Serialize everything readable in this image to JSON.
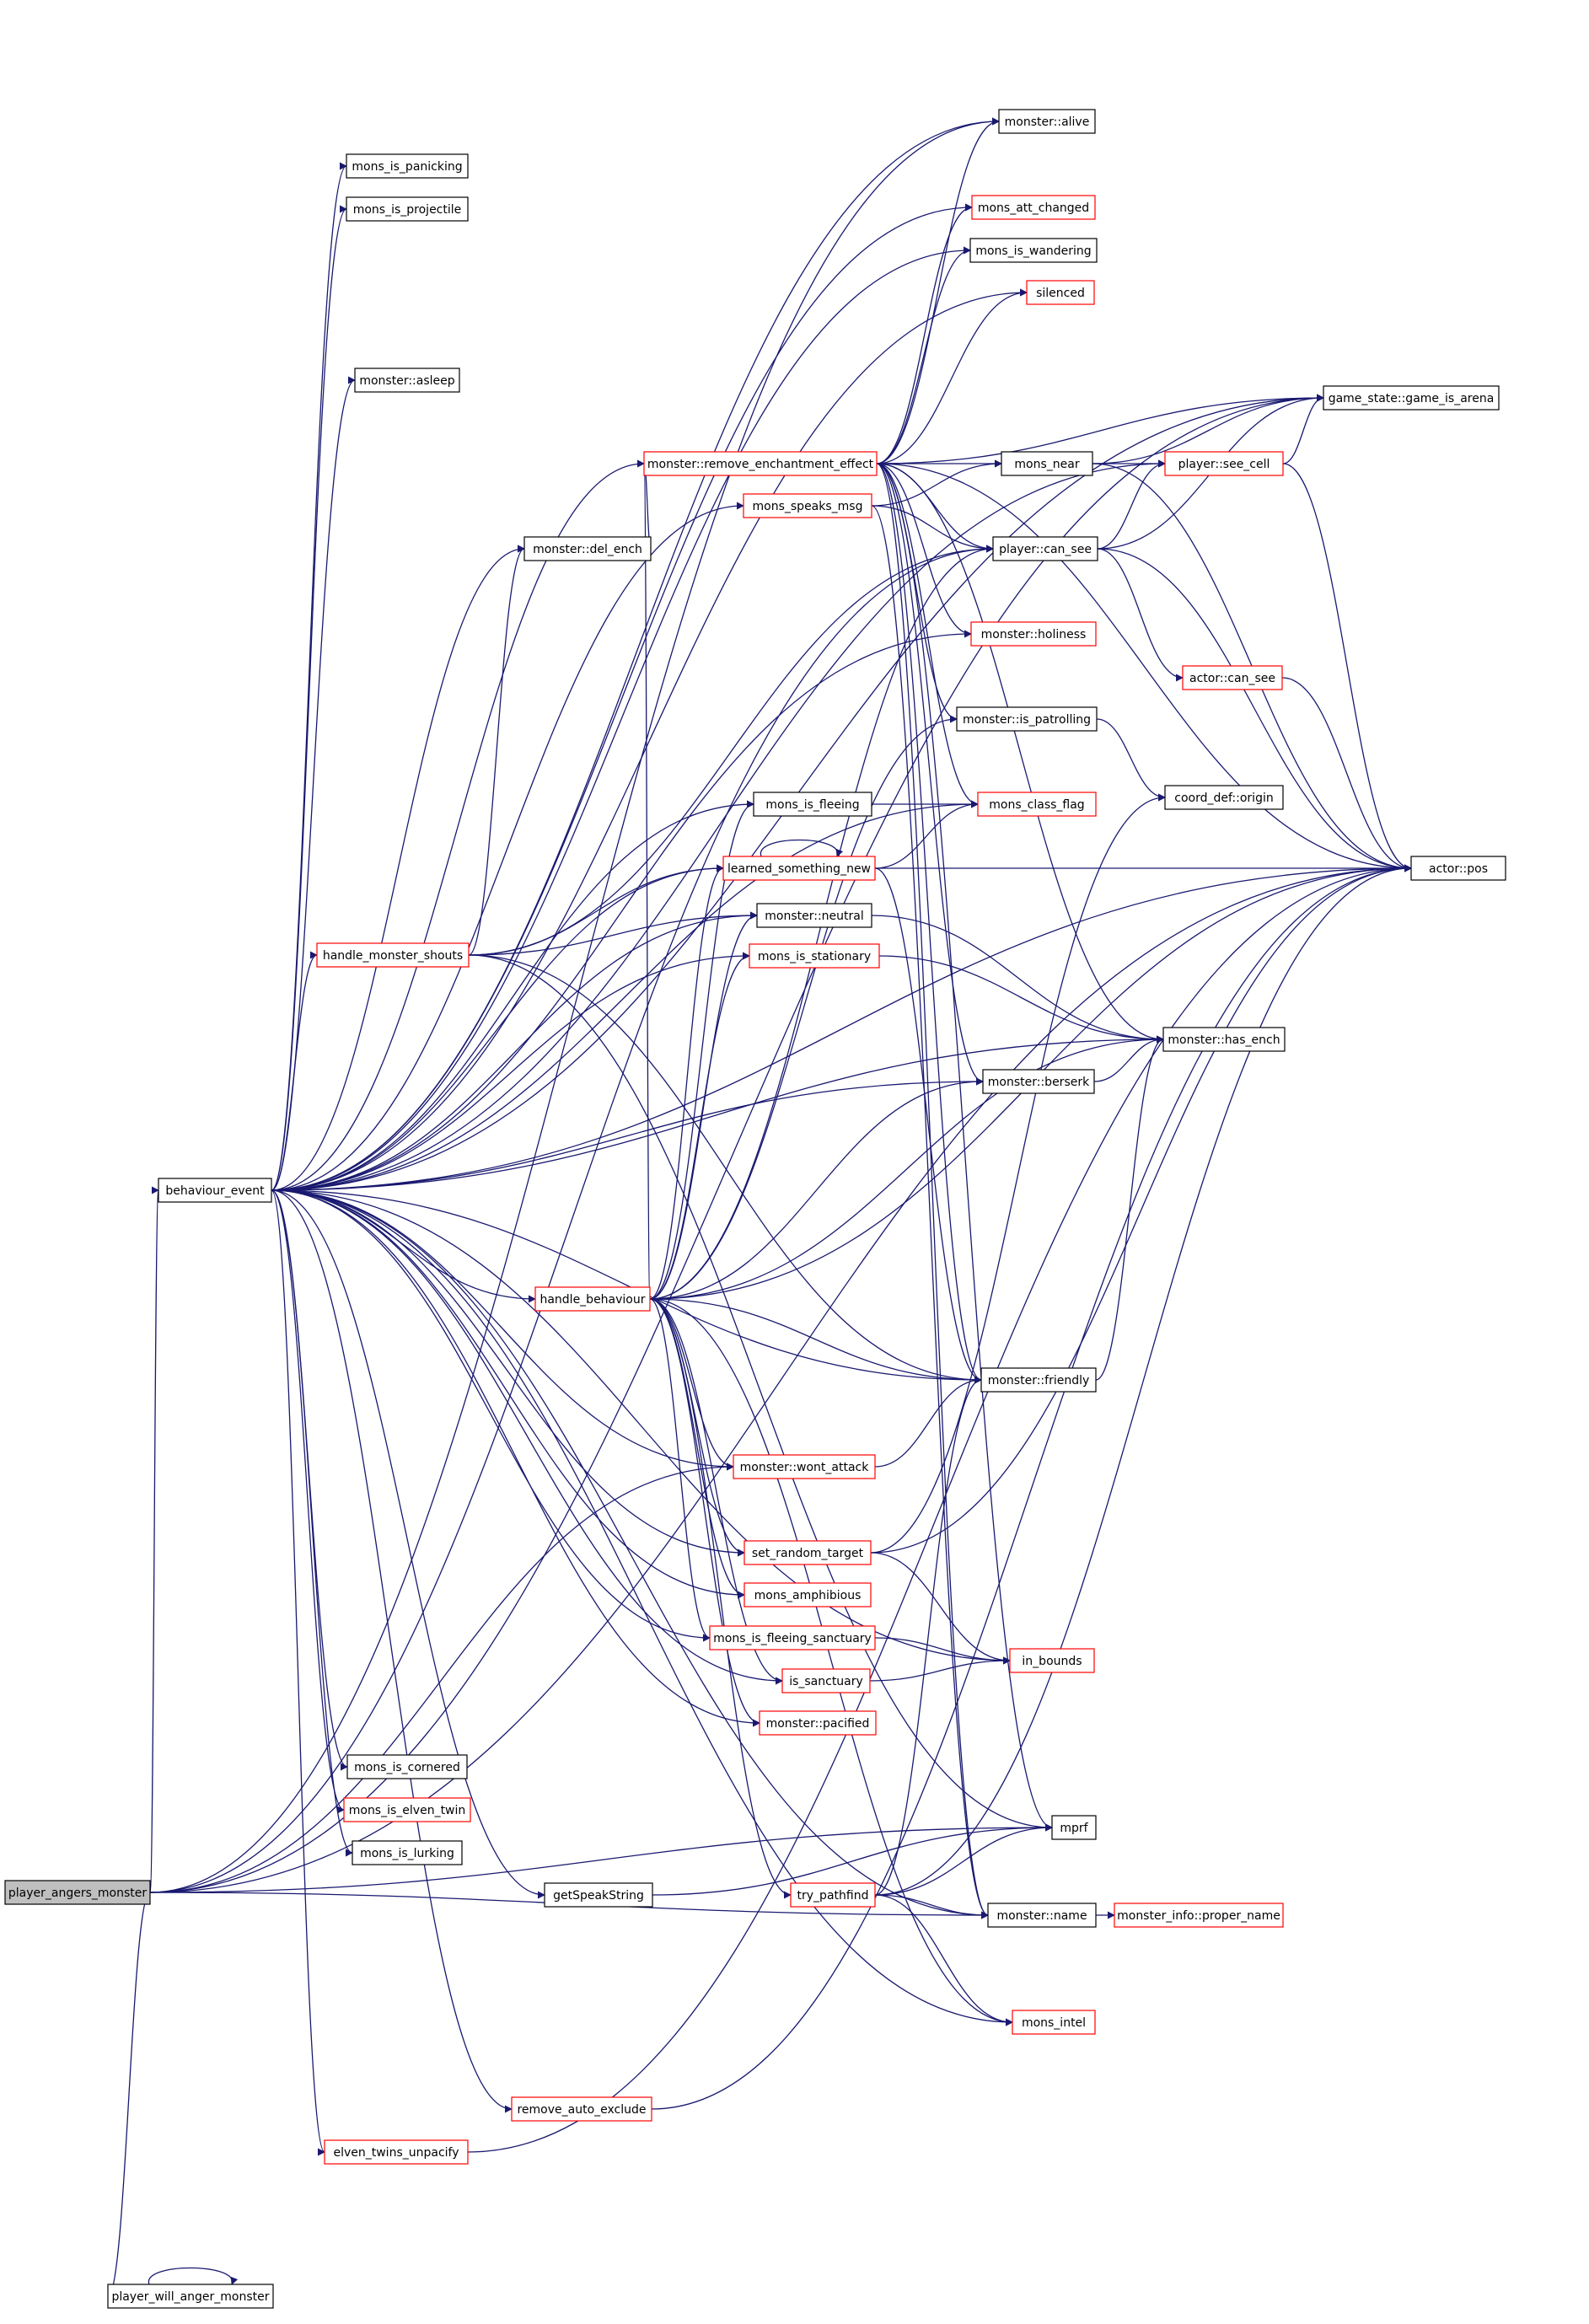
{
  "nodes": [
    {
      "id": "player_angers_monster",
      "label": "player_angers_monster",
      "kind": "root"
    },
    {
      "id": "player_will_anger_monster",
      "label": "player_will_anger_monster",
      "kind": "defined"
    },
    {
      "id": "behaviour_event",
      "label": "behaviour_event",
      "kind": "defined"
    },
    {
      "id": "mons_is_panicking",
      "label": "mons_is_panicking",
      "kind": "defined"
    },
    {
      "id": "mons_is_projectile",
      "label": "mons_is_projectile",
      "kind": "defined"
    },
    {
      "id": "monster_asleep",
      "label": "monster::asleep",
      "kind": "defined"
    },
    {
      "id": "monster_del_ench",
      "label": "monster::del_ench",
      "kind": "defined"
    },
    {
      "id": "handle_monster_shouts",
      "label": "handle_monster_shouts",
      "kind": "undefined"
    },
    {
      "id": "handle_behaviour",
      "label": "handle_behaviour",
      "kind": "undefined"
    },
    {
      "id": "mons_is_cornered",
      "label": "mons_is_cornered",
      "kind": "defined"
    },
    {
      "id": "mons_is_elven_twin",
      "label": "mons_is_elven_twin",
      "kind": "undefined"
    },
    {
      "id": "mons_is_lurking",
      "label": "mons_is_lurking",
      "kind": "defined"
    },
    {
      "id": "getSpeakString",
      "label": "getSpeakString",
      "kind": "defined"
    },
    {
      "id": "remove_auto_exclude",
      "label": "remove_auto_exclude",
      "kind": "undefined"
    },
    {
      "id": "elven_twins_unpacify",
      "label": "elven_twins_unpacify",
      "kind": "undefined"
    },
    {
      "id": "monster_remove_enchantment_effect",
      "label": "monster::remove_enchantment_effect",
      "kind": "undefined"
    },
    {
      "id": "mons_speaks_msg",
      "label": "mons_speaks_msg",
      "kind": "undefined"
    },
    {
      "id": "mons_is_fleeing",
      "label": "mons_is_fleeing",
      "kind": "defined"
    },
    {
      "id": "learned_something_new",
      "label": "learned_something_new",
      "kind": "undefined"
    },
    {
      "id": "monster_neutral",
      "label": "monster::neutral",
      "kind": "defined"
    },
    {
      "id": "mons_is_stationary",
      "label": "mons_is_stationary",
      "kind": "undefined"
    },
    {
      "id": "monster_wont_attack",
      "label": "monster::wont_attack",
      "kind": "undefined"
    },
    {
      "id": "set_random_target",
      "label": "set_random_target",
      "kind": "undefined"
    },
    {
      "id": "mons_amphibious",
      "label": "mons_amphibious",
      "kind": "undefined"
    },
    {
      "id": "mons_is_fleeing_sanctuary",
      "label": "mons_is_fleeing_sanctuary",
      "kind": "undefined"
    },
    {
      "id": "is_sanctuary",
      "label": "is_sanctuary",
      "kind": "undefined"
    },
    {
      "id": "monster_pacified",
      "label": "monster::pacified",
      "kind": "undefined"
    },
    {
      "id": "try_pathfind",
      "label": "try_pathfind",
      "kind": "undefined"
    },
    {
      "id": "monster_alive",
      "label": "monster::alive",
      "kind": "defined"
    },
    {
      "id": "mons_att_changed",
      "label": "mons_att_changed",
      "kind": "undefined"
    },
    {
      "id": "mons_is_wandering",
      "label": "mons_is_wandering",
      "kind": "defined"
    },
    {
      "id": "silenced",
      "label": "silenced",
      "kind": "undefined"
    },
    {
      "id": "mons_near",
      "label": "mons_near",
      "kind": "defined"
    },
    {
      "id": "player_can_see",
      "label": "player::can_see",
      "kind": "defined"
    },
    {
      "id": "monster_holiness",
      "label": "monster::holiness",
      "kind": "undefined"
    },
    {
      "id": "monster_is_patrolling",
      "label": "monster::is_patrolling",
      "kind": "defined"
    },
    {
      "id": "mons_class_flag",
      "label": "mons_class_flag",
      "kind": "undefined"
    },
    {
      "id": "monster_berserk",
      "label": "monster::berserk",
      "kind": "defined"
    },
    {
      "id": "monster_friendly",
      "label": "monster::friendly",
      "kind": "defined"
    },
    {
      "id": "in_bounds",
      "label": "in_bounds",
      "kind": "undefined"
    },
    {
      "id": "mprf",
      "label": "mprf",
      "kind": "defined"
    },
    {
      "id": "monster_name",
      "label": "monster::name",
      "kind": "defined"
    },
    {
      "id": "mons_intel",
      "label": "mons_intel",
      "kind": "undefined"
    },
    {
      "id": "game_state_game_is_arena",
      "label": "game_state::game_is_arena",
      "kind": "defined"
    },
    {
      "id": "player_see_cell",
      "label": "player::see_cell",
      "kind": "undefined"
    },
    {
      "id": "actor_can_see",
      "label": "actor::can_see",
      "kind": "undefined"
    },
    {
      "id": "coord_def_origin",
      "label": "coord_def::origin",
      "kind": "defined"
    },
    {
      "id": "monster_has_ench",
      "label": "monster::has_ench",
      "kind": "defined"
    },
    {
      "id": "monster_info_proper_name",
      "label": "monster_info::proper_name",
      "kind": "undefined"
    },
    {
      "id": "actor_pos",
      "label": "actor::pos",
      "kind": "defined"
    }
  ],
  "edges": [
    [
      "player_angers_monster",
      "behaviour_event"
    ],
    [
      "player_angers_monster",
      "game_state_game_is_arena"
    ],
    [
      "player_angers_monster",
      "monster_alive"
    ],
    [
      "player_angers_monster",
      "player_can_see"
    ],
    [
      "player_angers_monster",
      "monster_wont_attack"
    ],
    [
      "player_angers_monster",
      "mprf"
    ],
    [
      "player_angers_monster",
      "monster_name"
    ],
    [
      "player_angers_monster",
      "actor_pos"
    ],
    [
      "player_angers_monster",
      "player_will_anger_monster"
    ],
    [
      "player_will_anger_monster",
      "player_will_anger_monster"
    ],
    [
      "behaviour_event",
      "mons_is_panicking"
    ],
    [
      "behaviour_event",
      "mons_is_projectile"
    ],
    [
      "behaviour_event",
      "monster_asleep"
    ],
    [
      "behaviour_event",
      "monster_del_ench"
    ],
    [
      "behaviour_event",
      "handle_monster_shouts"
    ],
    [
      "behaviour_event",
      "handle_behaviour"
    ],
    [
      "behaviour_event",
      "mons_is_cornered"
    ],
    [
      "behaviour_event",
      "mons_is_elven_twin"
    ],
    [
      "behaviour_event",
      "mons_is_lurking"
    ],
    [
      "behaviour_event",
      "getSpeakString"
    ],
    [
      "behaviour_event",
      "remove_auto_exclude"
    ],
    [
      "behaviour_event",
      "elven_twins_unpacify"
    ],
    [
      "behaviour_event",
      "monster_remove_enchantment_effect"
    ],
    [
      "behaviour_event",
      "mons_speaks_msg"
    ],
    [
      "behaviour_event",
      "mons_is_fleeing"
    ],
    [
      "behaviour_event",
      "learned_something_new"
    ],
    [
      "behaviour_event",
      "monster_neutral"
    ],
    [
      "behaviour_event",
      "mons_is_stationary"
    ],
    [
      "behaviour_event",
      "monster_wont_attack"
    ],
    [
      "behaviour_event",
      "set_random_target"
    ],
    [
      "behaviour_event",
      "mons_amphibious"
    ],
    [
      "behaviour_event",
      "mons_is_fleeing_sanctuary"
    ],
    [
      "behaviour_event",
      "is_sanctuary"
    ],
    [
      "behaviour_event",
      "monster_pacified"
    ],
    [
      "behaviour_event",
      "monster_alive"
    ],
    [
      "behaviour_event",
      "mons_att_changed"
    ],
    [
      "behaviour_event",
      "mons_is_wandering"
    ],
    [
      "behaviour_event",
      "silenced"
    ],
    [
      "behaviour_event",
      "game_state_game_is_arena"
    ],
    [
      "behaviour_event",
      "player_see_cell"
    ],
    [
      "behaviour_event",
      "monster_holiness"
    ],
    [
      "behaviour_event",
      "mons_class_flag"
    ],
    [
      "behaviour_event",
      "monster_berserk"
    ],
    [
      "behaviour_event",
      "monster_has_ench"
    ],
    [
      "behaviour_event",
      "monster_friendly"
    ],
    [
      "behaviour_event",
      "in_bounds"
    ],
    [
      "behaviour_event",
      "monster_name"
    ],
    [
      "behaviour_event",
      "mons_intel"
    ],
    [
      "behaviour_event",
      "actor_pos"
    ],
    [
      "handle_monster_shouts",
      "monster_del_ench"
    ],
    [
      "handle_monster_shouts",
      "learned_something_new"
    ],
    [
      "handle_monster_shouts",
      "monster_neutral"
    ],
    [
      "handle_monster_shouts",
      "player_can_see"
    ],
    [
      "handle_monster_shouts",
      "monster_friendly"
    ],
    [
      "handle_monster_shouts",
      "mprf"
    ],
    [
      "handle_behaviour",
      "monster_remove_enchantment_effect"
    ],
    [
      "handle_behaviour",
      "mons_is_fleeing"
    ],
    [
      "handle_behaviour",
      "learned_something_new"
    ],
    [
      "handle_behaviour",
      "monster_neutral"
    ],
    [
      "handle_behaviour",
      "mons_is_stationary"
    ],
    [
      "handle_behaviour",
      "monster_wont_attack"
    ],
    [
      "handle_behaviour",
      "set_random_target"
    ],
    [
      "handle_behaviour",
      "mons_amphibious"
    ],
    [
      "handle_behaviour",
      "mons_is_fleeing_sanctuary"
    ],
    [
      "handle_behaviour",
      "is_sanctuary"
    ],
    [
      "handle_behaviour",
      "monster_pacified"
    ],
    [
      "handle_behaviour",
      "try_pathfind"
    ],
    [
      "handle_behaviour",
      "player_can_see"
    ],
    [
      "handle_behaviour",
      "monster_is_patrolling"
    ],
    [
      "handle_behaviour",
      "monster_berserk"
    ],
    [
      "handle_behaviour",
      "monster_has_ench"
    ],
    [
      "handle_behaviour",
      "monster_friendly"
    ],
    [
      "handle_behaviour",
      "mons_intel"
    ],
    [
      "handle_behaviour",
      "actor_pos"
    ],
    [
      "monster_remove_enchantment_effect",
      "monster_alive"
    ],
    [
      "monster_remove_enchantment_effect",
      "mons_att_changed"
    ],
    [
      "monster_remove_enchantment_effect",
      "mons_is_wandering"
    ],
    [
      "monster_remove_enchantment_effect",
      "silenced"
    ],
    [
      "monster_remove_enchantment_effect",
      "game_state_game_is_arena"
    ],
    [
      "monster_remove_enchantment_effect",
      "mons_near"
    ],
    [
      "monster_remove_enchantment_effect",
      "player_can_see"
    ],
    [
      "monster_remove_enchantment_effect",
      "monster_holiness"
    ],
    [
      "monster_remove_enchantment_effect",
      "monster_is_patrolling"
    ],
    [
      "monster_remove_enchantment_effect",
      "mons_class_flag"
    ],
    [
      "monster_remove_enchantment_effect",
      "monster_berserk"
    ],
    [
      "monster_remove_enchantment_effect",
      "monster_has_ench"
    ],
    [
      "monster_remove_enchantment_effect",
      "monster_friendly"
    ],
    [
      "monster_remove_enchantment_effect",
      "mprf"
    ],
    [
      "monster_remove_enchantment_effect",
      "monster_name"
    ],
    [
      "monster_remove_enchantment_effect",
      "monster_del_ench"
    ],
    [
      "monster_remove_enchantment_effect",
      "actor_pos"
    ],
    [
      "mons_speaks_msg",
      "mons_near"
    ],
    [
      "mons_speaks_msg",
      "player_can_see"
    ],
    [
      "mons_speaks_msg",
      "monster_name"
    ],
    [
      "mons_is_fleeing",
      "mons_class_flag"
    ],
    [
      "learned_something_new",
      "learned_something_new"
    ],
    [
      "learned_something_new",
      "mons_class_flag"
    ],
    [
      "learned_something_new",
      "actor_pos"
    ],
    [
      "learned_something_new",
      "monster_friendly"
    ],
    [
      "monster_neutral",
      "monster_has_ench"
    ],
    [
      "mons_is_stationary",
      "monster_has_ench"
    ],
    [
      "monster_wont_attack",
      "monster_friendly"
    ],
    [
      "set_random_target",
      "coord_def_origin"
    ],
    [
      "set_random_target",
      "in_bounds"
    ],
    [
      "set_random_target",
      "actor_pos"
    ],
    [
      "mons_is_fleeing_sanctuary",
      "in_bounds"
    ],
    [
      "is_sanctuary",
      "in_bounds"
    ],
    [
      "try_pathfind",
      "monster_friendly"
    ],
    [
      "try_pathfind",
      "mprf"
    ],
    [
      "try_pathfind",
      "monster_name"
    ],
    [
      "try_pathfind",
      "mons_intel"
    ],
    [
      "try_pathfind",
      "actor_pos"
    ],
    [
      "getSpeakString",
      "mprf"
    ],
    [
      "remove_auto_exclude",
      "actor_pos"
    ],
    [
      "elven_twins_unpacify",
      "actor_pos"
    ],
    [
      "mons_near",
      "game_state_game_is_arena"
    ],
    [
      "mons_near",
      "player_see_cell"
    ],
    [
      "mons_near",
      "actor_pos"
    ],
    [
      "player_can_see",
      "game_state_game_is_arena"
    ],
    [
      "player_can_see",
      "player_see_cell"
    ],
    [
      "player_can_see",
      "actor_can_see"
    ],
    [
      "player_can_see",
      "actor_pos"
    ],
    [
      "player_see_cell",
      "game_state_game_is_arena"
    ],
    [
      "player_see_cell",
      "actor_pos"
    ],
    [
      "actor_can_see",
      "actor_pos"
    ],
    [
      "monster_is_patrolling",
      "coord_def_origin"
    ],
    [
      "monster_berserk",
      "monster_has_ench"
    ],
    [
      "monster_friendly",
      "monster_has_ench"
    ],
    [
      "monster_name",
      "monster_info_proper_name"
    ]
  ]
}
